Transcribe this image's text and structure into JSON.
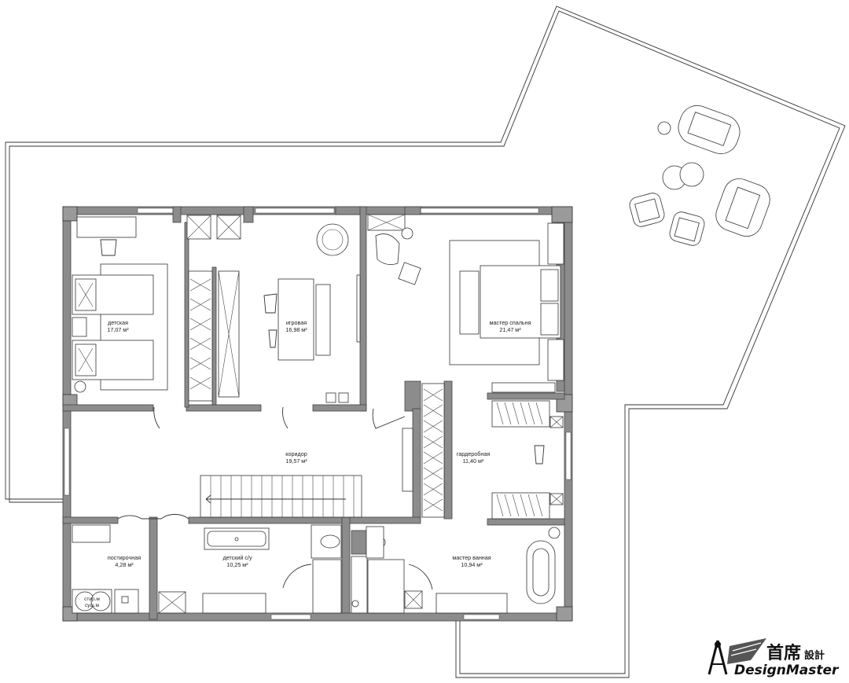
{
  "rooms": {
    "detskaya": {
      "name": "детская",
      "area": "17,07 м²"
    },
    "igrovaya": {
      "name": "игровая",
      "area": "16,98 м²"
    },
    "master_spalnya": {
      "name": "мастер спальня",
      "area": "21,47 м²"
    },
    "koridor": {
      "name": "коридор",
      "area": "19,57 м²"
    },
    "garderobnaya": {
      "name": "гардеробная",
      "area": "11,40 м²"
    },
    "postirochnaya": {
      "name": "постирочная",
      "area": "4,28 м²"
    },
    "detskiy_su": {
      "name": "детский с/у",
      "area": "10,25 м²"
    },
    "master_vannaya": {
      "name": "мастер ванная",
      "area": "10,94 м²"
    }
  },
  "appliances": {
    "washer": "стир.м",
    "dryer": "суш.м"
  },
  "logo": {
    "chinese": "首席",
    "chinese_small": "設計",
    "latin": "DesignMaster"
  }
}
